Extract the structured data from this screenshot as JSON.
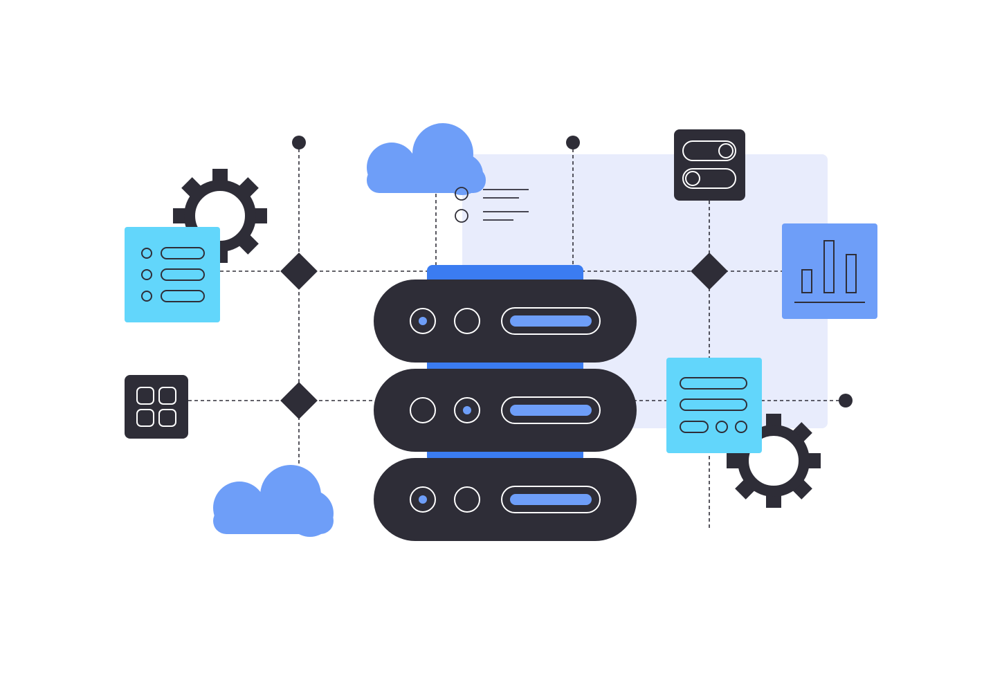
{
  "palette": {
    "dark": "#2e2d37",
    "blue": "#6e9ef8",
    "royal_blue": "#3b7cf1",
    "cyan": "#62d6fb",
    "panel_lavender": "#e8ecfc",
    "background": "#ffffff"
  },
  "illustration": {
    "servers": [
      {
        "indicators": [
          "dot",
          "ring"
        ]
      },
      {
        "indicators": [
          "ring",
          "dot"
        ]
      },
      {
        "indicators": [
          "dot",
          "ring"
        ]
      }
    ],
    "icons": [
      "gear-icon",
      "cloud-icon",
      "list-card-icon",
      "grid-icon",
      "toggle-switch-icon",
      "bar-chart-icon",
      "text-lines-icon",
      "diamond-node-icon"
    ]
  }
}
